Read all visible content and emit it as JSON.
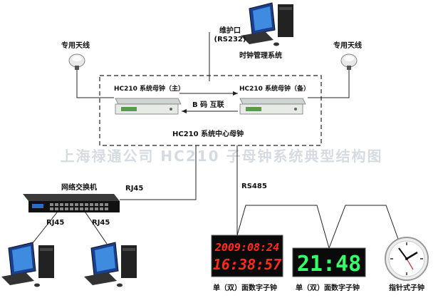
{
  "watermark": "上海禄通公司 HC210 子母钟系统典型结构图",
  "antenna_left": "专用天线",
  "antenna_right": "专用天线",
  "maintenance_port": "维护口",
  "maintenance_port_sub": "(RS232)",
  "time_mgmt": "时钟管理系统",
  "master_main": "HC210 系统母钟（主）",
  "master_backup": "HC210 系统母钟（备）",
  "b_code": "B 码 互联",
  "center_title": "HC210 系统中心母钟",
  "switch_label": "网络交换机",
  "rj45_top": "RJ45",
  "rj45_left": "RJ45",
  "rj45_right": "RJ45",
  "rs485": "RS485",
  "clock1_top": "2009:08:24",
  "clock1_bottom": "16:38:57",
  "clock2_display": "21:48",
  "clock1_label": "单（双）面数字子钟",
  "clock2_label": "单（双）面数字子钟",
  "clock3_label": "指针式子钟",
  "colors": {
    "led_red": "#ff2a1a",
    "led_green": "#33ff66",
    "line": "#222222"
  }
}
